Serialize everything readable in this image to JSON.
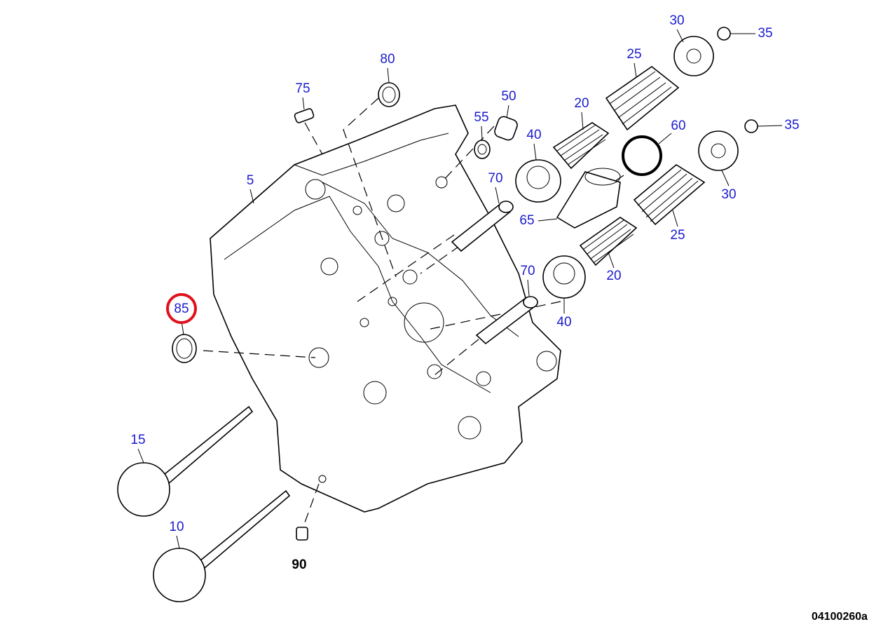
{
  "diagram": {
    "title": "Cylinder head exploded view",
    "highlight_color": "#e0101a",
    "label_color": "#1a1ad0",
    "labels": {
      "p80": "80",
      "p75": "75",
      "p50": "50",
      "p55": "55",
      "p40a": "40",
      "p20a": "20",
      "p25a": "25",
      "p30a": "30",
      "p35a": "35",
      "p60": "60",
      "p35b": "35",
      "p30b": "30",
      "p25b": "25",
      "p65": "65",
      "p70a": "70",
      "p70b": "70",
      "p20b": "20",
      "p40b": "40",
      "p5": "5",
      "p85": "85",
      "p15": "15",
      "p10": "10",
      "p90": "90"
    },
    "figure_id": "04100260a"
  }
}
